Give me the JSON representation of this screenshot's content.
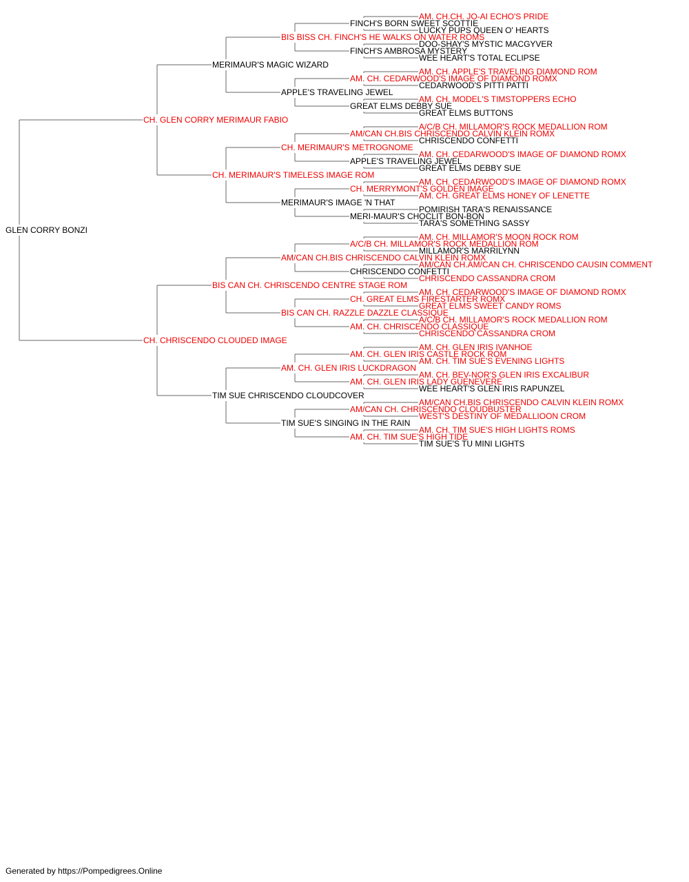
{
  "colors": {
    "titled": "#ee0000",
    "plain": "#000000",
    "line": "#666666"
  },
  "pedigree": {
    "name": "GLEN CORRY BONZI",
    "titled": false,
    "sire": {
      "name": "CH. GLEN CORRY MERIMAUR FABIO",
      "titled": true,
      "sire": {
        "name": "MERIMAUR'S MAGIC WIZARD",
        "titled": false,
        "sire": {
          "name": "BIS BISS CH. FINCH'S HE WALKS ON WATER ROMS",
          "titled": true,
          "sire": {
            "name": "FINCH'S BORN SWEET SCOTTIE",
            "titled": false,
            "sire": {
              "name": "AM. CH.CH. JO-AI ECHO'S PRIDE",
              "titled": true
            },
            "dam": {
              "name": "LUCKY PUPS QUEEN O' HEARTS",
              "titled": false
            }
          },
          "dam": {
            "name": "FINCH'S AMBROSA MYSTERY",
            "titled": false,
            "sire": {
              "name": "DOO-SHAY'S MYSTIC MACGYVER",
              "titled": false
            },
            "dam": {
              "name": "WEE HEART'S TOTAL ECLIPSE",
              "titled": false
            }
          }
        },
        "dam": {
          "name": "APPLE'S TRAVELING JEWEL",
          "titled": false,
          "sire": {
            "name": "AM. CH. CEDARWOOD'S IMAGE OF DIAMOND ROMX",
            "titled": true,
            "sire": {
              "name": "AM. CH. APPLE'S TRAVELING DIAMOND ROM",
              "titled": true
            },
            "dam": {
              "name": "CEDARWOOD'S PITTI PATTI",
              "titled": false
            }
          },
          "dam": {
            "name": "GREAT ELMS DEBBY SUE",
            "titled": false,
            "sire": {
              "name": "AM. CH. MODEL'S TIMSTOPPERS ECHO",
              "titled": true
            },
            "dam": {
              "name": "GREAT ELMS BUTTONS",
              "titled": false
            }
          }
        }
      },
      "dam": {
        "name": "CH. MERIMAUR'S TIMELESS IMAGE ROM",
        "titled": true,
        "sire": {
          "name": "CH. MERIMAUR'S METROGNOME",
          "titled": true,
          "sire": {
            "name": "AM/CAN CH.BIS CHRISCENDO CALVIN KLEIN ROMX",
            "titled": true,
            "sire": {
              "name": "A/C/B CH. MILLAMOR'S ROCK MEDALLION ROM",
              "titled": true
            },
            "dam": {
              "name": "CHRISCENDO CONFETTI",
              "titled": false
            }
          },
          "dam": {
            "name": "APPLE'S TRAVELING JEWEL",
            "titled": false,
            "sire": {
              "name": "AM. CH. CEDARWOOD'S IMAGE OF DIAMOND ROMX",
              "titled": true
            },
            "dam": {
              "name": "GREAT ELMS DEBBY SUE",
              "titled": false
            }
          }
        },
        "dam": {
          "name": "MERIMAUR'S IMAGE 'N THAT",
          "titled": false,
          "sire": {
            "name": "CH. MERRYMONT'S GOLDEN IMAGE",
            "titled": true,
            "sire": {
              "name": "AM. CH. CEDARWOOD'S IMAGE OF DIAMOND ROMX",
              "titled": true
            },
            "dam": {
              "name": "AM. CH. GREAT ELMS HONEY OF LENETTE",
              "titled": true
            }
          },
          "dam": {
            "name": "MERI-MAUR'S CHOCLIT BON-BON",
            "titled": false,
            "sire": {
              "name": "POMIRISH TARA'S RENAISSANCE",
              "titled": false
            },
            "dam": {
              "name": "TARA'S SOMETHING SASSY",
              "titled": false
            }
          }
        }
      }
    },
    "dam": {
      "name": "CH. CHRISCENDO CLOUDED IMAGE",
      "titled": true,
      "sire": {
        "name": "BIS CAN CH. CHRISCENDO CENTRE STAGE ROM",
        "titled": true,
        "sire": {
          "name": "AM/CAN CH.BIS CHRISCENDO CALVIN KLEIN ROMX",
          "titled": true,
          "sire": {
            "name": "A/C/B CH. MILLAMOR'S ROCK MEDALLION ROM",
            "titled": true,
            "sire": {
              "name": "AM. CH. MILLAMOR'S MOON ROCK ROM",
              "titled": true
            },
            "dam": {
              "name": "MILLAMOR'S MARRILYNN",
              "titled": false
            }
          },
          "dam": {
            "name": "CHRISCENDO CONFETTI",
            "titled": false,
            "sire": {
              "name": "AM/CAN CH.AM/CAN CH. CHRISCENDO CAUSIN COMMENT",
              "titled": true
            },
            "dam": {
              "name": "CHRISCENDO CASSANDRA CROM",
              "titled": true
            }
          }
        },
        "dam": {
          "name": "BIS CAN CH. RAZZLE DAZZLE CLASSIQUE",
          "titled": true,
          "sire": {
            "name": "CH. GREAT ELMS FIRESTARTER ROMX",
            "titled": true,
            "sire": {
              "name": "AM. CH. CEDARWOOD'S IMAGE OF DIAMOND ROMX",
              "titled": true
            },
            "dam": {
              "name": "GREAT ELMS SWEET CANDY ROMS",
              "titled": true
            }
          },
          "dam": {
            "name": "AM. CH. CHRISCENDO CLASSIQUE",
            "titled": true,
            "sire": {
              "name": "A/C/B CH. MILLAMOR'S ROCK MEDALLION ROM",
              "titled": true
            },
            "dam": {
              "name": "CHRISCENDO CASSANDRA CROM",
              "titled": true
            }
          }
        }
      },
      "dam": {
        "name": "TIM SUE CHRISCENDO CLOUDCOVER",
        "titled": false,
        "sire": {
          "name": "AM. CH. GLEN IRIS LUCKDRAGON",
          "titled": true,
          "sire": {
            "name": "AM. CH. GLEN IRIS CASTLE ROCK ROM",
            "titled": true,
            "sire": {
              "name": "AM. CH. GLEN IRIS IVANHOE",
              "titled": true
            },
            "dam": {
              "name": "AM. CH. TIM SUE'S EVENING LIGHTS",
              "titled": true
            }
          },
          "dam": {
            "name": "AM. CH. GLEN IRIS LADY GUENEVERE",
            "titled": true,
            "sire": {
              "name": "AM. CH. BEV-NOR'S GLEN IRIS EXCALIBUR",
              "titled": true
            },
            "dam": {
              "name": "WEE HEART'S GLEN IRIS RAPUNZEL",
              "titled": false
            }
          }
        },
        "dam": {
          "name": "TIM SUE'S SINGING IN THE RAIN",
          "titled": false,
          "sire": {
            "name": "AM/CAN CH. CHRISCENDO CLOUDBUSTER",
            "titled": true,
            "sire": {
              "name": "AM/CAN CH.BIS CHRISCENDO CALVIN KLEIN ROMX",
              "titled": true
            },
            "dam": {
              "name": "WEST'S DESTINY OF MEDALLIOON CROM",
              "titled": true
            }
          },
          "dam": {
            "name": "AM. CH. TIM SUE'S HIGH TIDE",
            "titled": true,
            "sire": {
              "name": "AM. CH. TIM SUE'S HIGH LIGHTS ROMS",
              "titled": true
            },
            "dam": {
              "name": "TIM SUE'S TU MINI LIGHTS",
              "titled": false
            }
          }
        }
      }
    }
  },
  "footer": {
    "text": "Generated by https://Pompedigrees.Online"
  }
}
